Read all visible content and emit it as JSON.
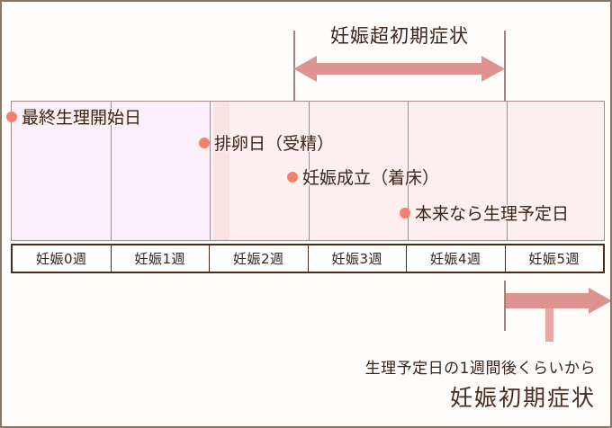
{
  "diagram": {
    "title": "妊娠超初期症状",
    "top_section": {
      "heading": "妊娠超初期症状",
      "arrow_name": "double-headed-arrow",
      "arrow_color": "#dd9490"
    },
    "events": [
      {
        "label": "最終生理開始日",
        "marker": "dot"
      },
      {
        "label": "排卵日（受精）",
        "marker": "dot"
      },
      {
        "label": "妊娠成立（着床）",
        "marker": "dot"
      },
      {
        "label": "本来なら生理予定日",
        "marker": "dot"
      }
    ],
    "weeks": [
      {
        "label": "妊娠0週"
      },
      {
        "label": "妊娠1週"
      },
      {
        "label": "妊娠2週"
      },
      {
        "label": "妊娠3週"
      },
      {
        "label": "妊娠4週"
      },
      {
        "label": "妊娠5週"
      }
    ],
    "bottom_section": {
      "caption_line1": "生理予定日の1週間後くらいから",
      "caption_line2": "妊娠初期症状",
      "arrow_name": "elbow-right-arrow"
    },
    "colors": {
      "outer_border": "#8a7868",
      "band_border": "#a88a8a",
      "band_left": "#fdf0fa",
      "band_ovulation": "#fbe3e1",
      "band_right": "#fdf0ee",
      "marker_dot": "#f58070",
      "arrow": "#dd9490",
      "text_dark": "#3b2318",
      "table_border": "#4a2c1c"
    }
  }
}
